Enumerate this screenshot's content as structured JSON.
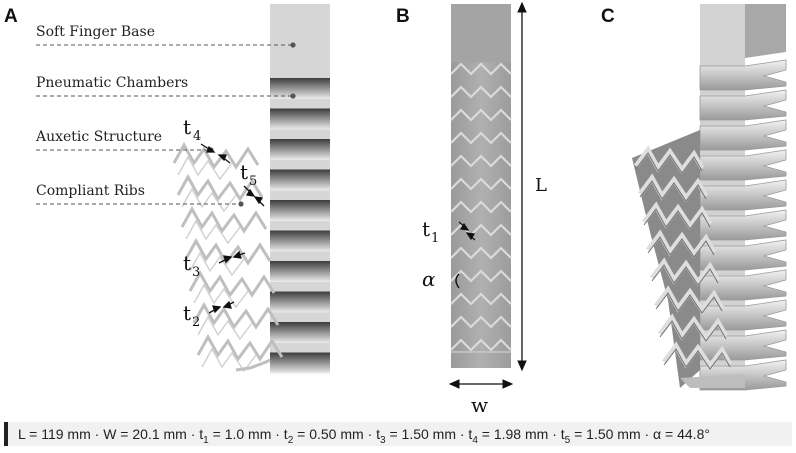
{
  "panels": {
    "a": "A",
    "b": "B",
    "c": "C"
  },
  "callouts": {
    "base": "Soft Finger Base",
    "chambers": "Pneumatic Chambers",
    "auxetic": "Auxetic Structure",
    "ribs": "Compliant Ribs"
  },
  "thickness_labels": {
    "t4": {
      "base": "t",
      "sub": "4"
    },
    "t5": {
      "base": "t",
      "sub": "5"
    },
    "t3": {
      "base": "t",
      "sub": "3"
    },
    "t2": {
      "base": "t",
      "sub": "2"
    },
    "t1": {
      "base": "t",
      "sub": "1"
    }
  },
  "dimension_labels": {
    "length": "L",
    "width": "w",
    "angle": "α"
  },
  "caption": [
    {
      "text": "L = 119 mm · W = 20.1 mm · t"
    },
    {
      "sub": "1"
    },
    {
      "text": " = 1.0 mm · t"
    },
    {
      "sub": "2"
    },
    {
      "text": " = 0.50 mm · t"
    },
    {
      "sub": "3"
    },
    {
      "text": " = 1.50 mm · t"
    },
    {
      "sub": "4"
    },
    {
      "text": " = 1.98 mm · t"
    },
    {
      "sub": "5"
    },
    {
      "text": " = 1.50 mm · α = 44.8°"
    }
  ],
  "colors": {
    "base": "#d6d6d6",
    "chamber_dark": "#505050",
    "chamber_light": "#e4e4e4",
    "panel_b_fill": "#a6a6a6",
    "panel_b_line": "#dcdcdc",
    "auxetic_stroke": "#bfbfbf",
    "panel_c_light": "#cfcfcf",
    "panel_c_dark": "#8a8a8a"
  }
}
